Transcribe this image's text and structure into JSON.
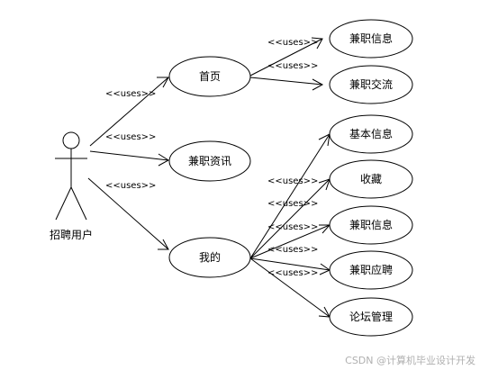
{
  "actor": {
    "label": "招聘用户"
  },
  "uses_label": "<<uses>>",
  "use_cases": {
    "home": "首页",
    "news": "兼职资讯",
    "mine": "我的",
    "home_info": "兼职信息",
    "home_chat": "兼职交流",
    "basic_info": "基本信息",
    "favorites": "收藏",
    "mine_info": "兼职信息",
    "apply": "兼职应聘",
    "forum": "论坛管理"
  },
  "watermark": "CSDN @计算机毕业设计开发"
}
